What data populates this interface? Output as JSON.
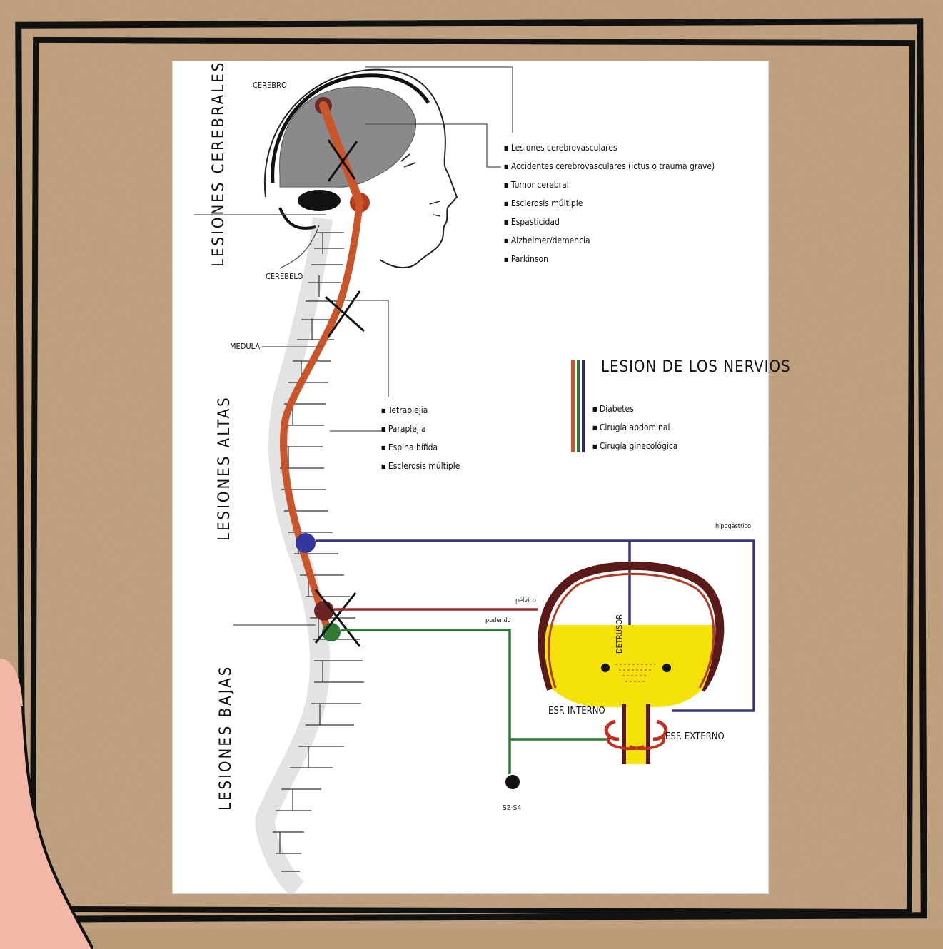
{
  "diagram": {
    "brain_top_label": "CEREBRO",
    "brain_bottom_label": "CEREBELO",
    "side_labels": {
      "top": "LESIONES CEREBRALES",
      "middle": "LESIONES ALTAS",
      "bottom": "LESIONES BAJAS"
    },
    "brain_lesions": {
      "items": [
        "Lesiones cerebrovasculares",
        "Accidentes cerebrovasculares (ictus o trauma grave)",
        "Tumor cerebral",
        "Esclerosis múltiple",
        "Espasticidad",
        "Alzheimer/demencia",
        "Parkinson"
      ]
    },
    "spine_label": "MEDULA",
    "spine_lesions": {
      "items": [
        "Tetraplejia",
        "Paraplejia",
        "Espina bífida",
        "Esclerosis múltiple"
      ]
    },
    "legend": {
      "title": "LESION DE LOS NERVIOS",
      "items": [
        "Diabetes",
        "Cirugía abdominal",
        "Cirugía ginecológica"
      ],
      "colors": [
        "#c9552a",
        "#2e7a32",
        "#2b2b6e"
      ]
    },
    "nerve_labels": {
      "hypogastric": "hipogástrico",
      "pelvic": "pélvico",
      "pudendal": "pudendo",
      "detrusor": "DETRUSOR",
      "internal_sphincter": "ESF. INTERNO",
      "external_sphincter": "ESF. EXTERNO",
      "sacral_center": "S2-S4"
    },
    "colors": {
      "spinal_cord": "#c9552a",
      "brain": "#8a8a8c",
      "bladder_fill": "#f5e20a",
      "bladder_wall": "#5a1a1a",
      "sympathetic_nerve": "#3a3a7a",
      "parasympathetic_nerve": "#9a2a2a",
      "somatic_nerve": "#2e7a32",
      "frame": "#111111",
      "paper": "#b99a76"
    }
  }
}
